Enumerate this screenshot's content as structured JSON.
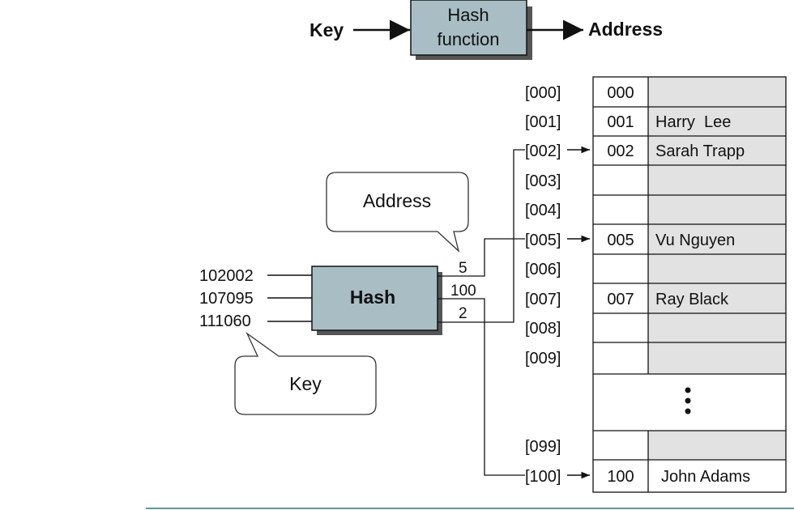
{
  "top_flow": {
    "key_label": "Key",
    "box_line1": "Hash",
    "box_line2": "function",
    "address_label": "Address"
  },
  "callouts": {
    "address": "Address",
    "key": "Key"
  },
  "hash_box": {
    "label": "Hash"
  },
  "input_keys": [
    "102002",
    "107095",
    "111060"
  ],
  "outputs": [
    "5",
    "100",
    "2"
  ],
  "table": {
    "rows": [
      {
        "index": "[000]",
        "key": "000",
        "name": ""
      },
      {
        "index": "[001]",
        "key": "001",
        "name": "Harry  Lee"
      },
      {
        "index": "[002]",
        "key": "002",
        "name": "Sarah Trapp"
      },
      {
        "index": "[003]",
        "key": "",
        "name": ""
      },
      {
        "index": "[004]",
        "key": "",
        "name": ""
      },
      {
        "index": "[005]",
        "key": "005",
        "name": "Vu Nguyen"
      },
      {
        "index": "[006]",
        "key": "",
        "name": ""
      },
      {
        "index": "[007]",
        "key": "007",
        "name": "Ray Black"
      },
      {
        "index": "[008]",
        "key": "",
        "name": ""
      },
      {
        "index": "[009]",
        "key": "",
        "name": ""
      },
      {
        "index": "[099]",
        "key": "",
        "name": ""
      },
      {
        "index": "[100]",
        "key": "100",
        "name": "John Adams"
      }
    ],
    "ellipsis": "⋮"
  },
  "colors": {
    "hash_fill": "#a8bec4",
    "name_cell_fill": "#e2e2e2",
    "shadow": "#555555",
    "rule": "#2a7a6a"
  }
}
